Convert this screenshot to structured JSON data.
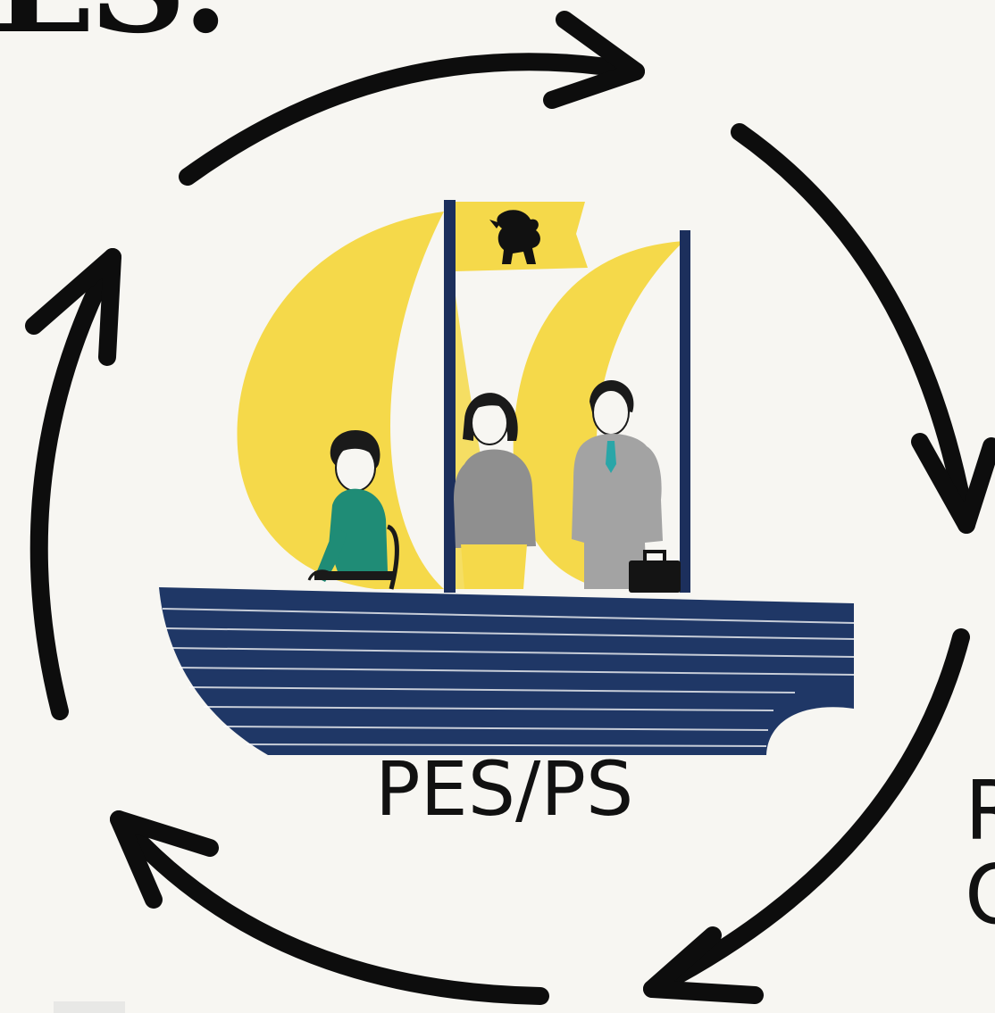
{
  "headline": {
    "text": "ES:"
  },
  "cycle": {
    "label": "PES/PS",
    "side_label_lines": [
      "R",
      "O"
    ]
  },
  "illustration": {
    "subject": "sailing-ship-with-three-passengers",
    "flag_emblem": "griffin-icon"
  },
  "colors": {
    "background": "#f7f6f2",
    "arrow": "#0d0d0d",
    "sail_yellow": "#f5d94a",
    "hull_navy": "#1f3766",
    "mast_navy": "#1c2f5c",
    "sweater_teal": "#1f8c76",
    "clothing_gray": "#8f8f8f",
    "suit_gray": "#a3a3a3",
    "tie_teal": "#2aa6a8"
  }
}
